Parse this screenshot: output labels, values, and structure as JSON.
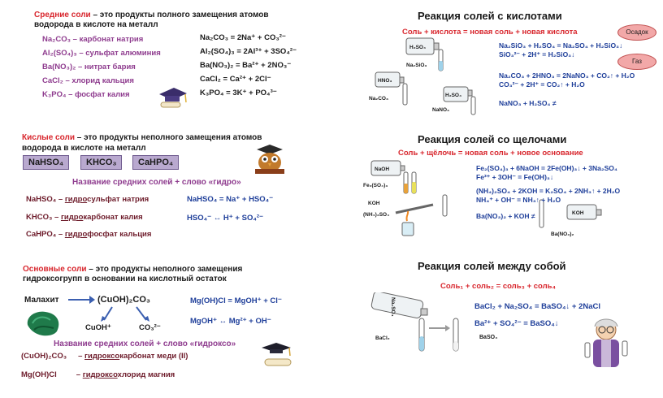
{
  "left": {
    "medium": {
      "title_term": "Средние соли",
      "title_rest": " – это продукты полного замещения атомов",
      "title_line2": "водорода в кислоте на металл",
      "rows": [
        {
          "name": "Na₂CO₃ – карбонат натрия",
          "eq": "Na₂CO₃ = 2Na⁺ + CO₃²⁻"
        },
        {
          "name": "Al₂(SO₄)₃ – сульфат алюминия",
          "eq": "Al₂(SO₄)₃ = 2Al³⁺ + 3SO₄²⁻"
        },
        {
          "name": "Ba(NO₃)₂ – нитрат бария",
          "eq": "Ba(NO₃)₂ = Ba²⁺ + 2NO₃⁻"
        },
        {
          "name": "CaCl₂ – хлорид кальция",
          "eq": "CaCl₂ = Ca²⁺ + 2Cl⁻"
        },
        {
          "name": "K₃PO₄ – фосфат калия",
          "eq": "K₃PO₄ = 3K⁺ + PO₄³⁻"
        }
      ]
    },
    "acid": {
      "title_term": "Кислые соли",
      "title_rest": " – это продукты неполного замещения атомов",
      "title_line2": "водорода в кислоте на металл",
      "boxes": [
        "NaHSO₄",
        "KHCO₃",
        "CaHPO₄"
      ],
      "rule": "Название средних солей + слово «гидро»",
      "names": [
        {
          "formula": "NaHSO₄ – ",
          "prefix": "гидро",
          "rest": "сульфат натрия"
        },
        {
          "formula": "KHCO₃ – ",
          "prefix": "гидро",
          "rest": "карбонат калия"
        },
        {
          "formula": "CaHPO₄ – ",
          "prefix": "гидро",
          "rest": "фосфат кальция"
        }
      ],
      "eqs": [
        "NaHSO₄ = Na⁺ + HSO₄⁻",
        "HSO₄⁻ ↔ H⁺ + SO₄²⁻"
      ]
    },
    "basic": {
      "title_term": "Основные соли",
      "title_rest": " – это продукты неполного замещения",
      "title_line2": "гидроксогрупп  в основании на кислотный остаток",
      "malachite": "Малахит",
      "formula": "(CuOH)₂CO₃",
      "ion1": "CuOH⁺",
      "ion2": "CO₃²⁻",
      "eqs": [
        "Mg(OH)Cl = MgOH⁺ + Cl⁻",
        "MgOH⁺ ↔ Mg²⁺ + OH⁻"
      ],
      "rule": "Название средних солей + слово «гидроксо»",
      "names": [
        {
          "formula": "(CuOH)₂CO₃",
          "prefix": "гидроксо",
          "rest": "карбонат меди (II)"
        },
        {
          "formula": "Mg(OH)Cl",
          "prefix": "гидроксо",
          "rest": "хлорид магния"
        }
      ]
    }
  },
  "right": {
    "acids": {
      "heading": "Реакция солей с кислотами",
      "rule": "Соль + кислота = новая соль + новая кислота",
      "bubble1": "Осадок",
      "bubble2": "Газ",
      "eqs": [
        "Na₂SiO₃ + H₂SO₄ = Na₂SO₄ + H₂SiO₃↓",
        "SiO₃²⁻ + 2H⁺ =  H₂SiO₃↓",
        "Na₂CO₃ + 2HNO₃ = 2NaNO₃ + CO₂↑ + H₂O",
        "CO₃²⁻ + 2H⁺ = CO₂↑ + H₂O",
        "NaNO₃ + H₂SO₄ ≠"
      ],
      "labels": [
        "H₂SO₄",
        "Na₂SiO₃",
        "HNO₃",
        "H₂SO₄",
        "Na₂CO₃",
        "NaNO₃"
      ]
    },
    "alkali": {
      "heading": "Реакция солей со щелочами",
      "rule": "Соль + щёлочь = новая соль + новое основание",
      "eqs": [
        "Fe₂(SO₄)₃ + 6NaOH = 2Fe(OH)₃↓ + 3Na₂SO₄",
        "Fe³⁺ + 3OH⁻ = Fe(OH)₃↓",
        "(NH₄)₂SO₄ + 2KOH = K₂SO₄ + 2NH₃↑ + 2H₂O",
        "NH₄⁺ + OH⁻ = NH₃↑ + H₂O",
        "Ba(NO₃)₂ + KOH ≠"
      ],
      "labels": [
        "NaOH",
        "Fe₂(SO₄)₃",
        "KOH",
        "(NH₄)₂SO₄",
        "KOH",
        "Ba(NO₃)₂"
      ]
    },
    "mutual": {
      "heading": "Реакция солей между собой",
      "rule": "Соль₁ + соль₂ = соль₃ + соль₄",
      "eqs": [
        "BaCl₂ + Na₂SO₄ = BaSO₄↓ + 2NaCl",
        "Ba²⁺ + SO₄²⁻ = BaSO₄↓"
      ],
      "labels": [
        "Na₂SO₄",
        "BaCl₂",
        "BaSO₄"
      ]
    }
  }
}
